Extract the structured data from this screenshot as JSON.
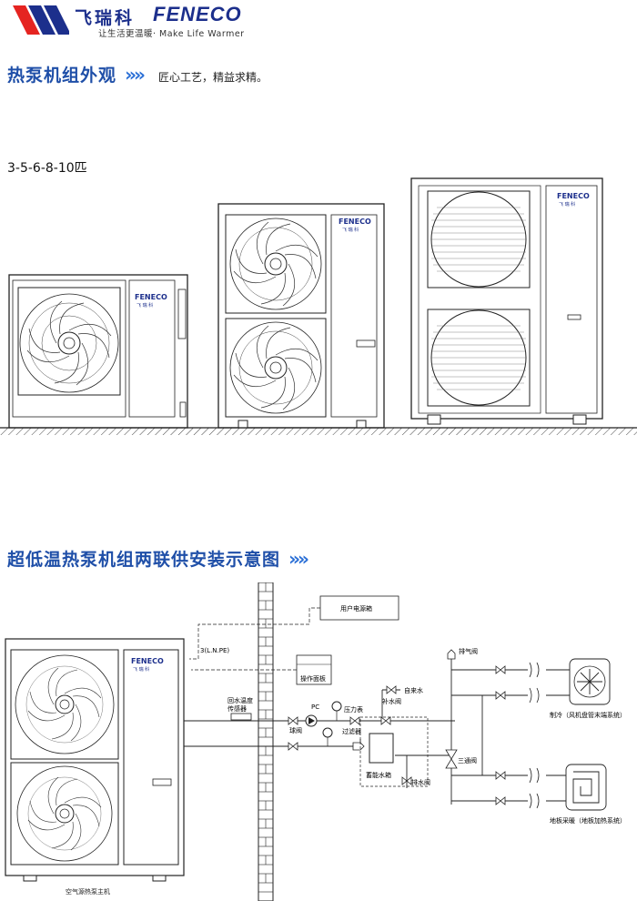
{
  "header": {
    "brand_cn": "飞瑞科",
    "brand_en": "FENECO",
    "slogan": "让生活更温暖· Make Life Warmer",
    "accent_red": "#e52421",
    "accent_blue": "#1c2f8c"
  },
  "section1": {
    "title": "热泵机组外观",
    "arrows": "»»",
    "subtitle": "匠心工艺，精益求精。",
    "models": "3-5-6-8-10匹",
    "unit_logo_en": "FENECO",
    "unit_logo_cn": "飞 瑞 科"
  },
  "section2": {
    "title": "超低温热泵机组两联供安装示意图",
    "arrows": "»»",
    "labels": {
      "power_box": "用户电源箱",
      "wiring": "3(L.N.PE)",
      "control_panel": "操作面板",
      "return_sensor": "回水温度传感器",
      "return_sensor_l1": "回水温度",
      "return_sensor_l2": "传感器",
      "pc": "PC",
      "pressure_gauge": "压力表",
      "tap_water": "自来水",
      "make_up_valve": "补水阀",
      "ball_valve": "球阀",
      "filter": "过滤器",
      "tank": "蓄能水箱",
      "drain_valve": "排水阀",
      "vent_valve": "排气阀",
      "three_way": "三通阀",
      "cooling": "制冷（风机盘管末端系统）",
      "floor_heating": "地板采暖（地板加热系统）",
      "host": "空气源热泵主机"
    }
  }
}
